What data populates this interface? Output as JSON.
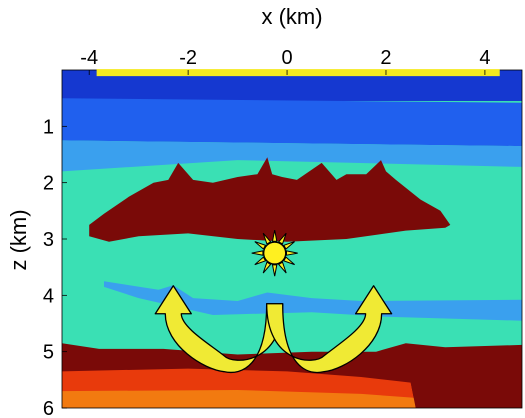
{
  "chart_data": {
    "type": "heatmap",
    "xlabel": "x (km)",
    "ylabel": "z (km)",
    "xlim": [
      -4.55,
      4.75
    ],
    "ylim": [
      6.0,
      0.0
    ],
    "x_ticks": [
      -4,
      -2,
      0,
      2,
      4
    ],
    "y_ticks": [
      1,
      2,
      3,
      4,
      5,
      6
    ],
    "x_tick_labels": [
      "-4",
      "-2",
      "0",
      "2",
      "4"
    ],
    "y_tick_labels": [
      "1",
      "2",
      "3",
      "4",
      "5",
      "6"
    ],
    "x_axis_position": "top",
    "grid": false,
    "colors": {
      "water_deep": "#1538d0",
      "water_mid": "#2060ee",
      "layer_blue": "#3aa0ee",
      "layer_teal": "#3ae0b4",
      "salt": "#7a0a08",
      "basement_red": "#e83a0c",
      "basement_orange": "#f27a10",
      "receiver_line": "#f4ea1e",
      "source": "#fff020",
      "arrow_fill": "#f0ea34"
    },
    "layers": [
      {
        "name": "water-top",
        "z_top": 0.0,
        "z_bottom": 0.55
      },
      {
        "name": "water-lower",
        "z_top": 0.55,
        "z_bottom": 1.3
      },
      {
        "name": "sediment-blue",
        "z_top": 1.3,
        "z_bottom": 1.7
      },
      {
        "name": "sediment-teal",
        "z_top": 1.7,
        "z_bottom": 4.9
      },
      {
        "name": "thin-blue-layer",
        "z_top": 3.75,
        "z_bottom": 4.1
      },
      {
        "name": "salt-base",
        "z_top": 4.85,
        "z_bottom": 5.35
      },
      {
        "name": "basement",
        "z_top": 5.35,
        "z_bottom": 6.0
      }
    ],
    "salt_body": {
      "x": [
        -4.0,
        -3.7,
        -3.2,
        -2.7,
        -2.4,
        -2.2,
        -1.9,
        -1.5,
        -1.0,
        -0.6,
        -0.4,
        -0.3,
        -0.1,
        0.2,
        0.7,
        0.9,
        1.0,
        1.2,
        1.6,
        1.9,
        2.0,
        2.2,
        2.7,
        3.1,
        3.3,
        3.2,
        2.4,
        1.2,
        0.0,
        -1.0,
        -2.0,
        -3.0,
        -3.6,
        -4.0
      ],
      "z": [
        2.75,
        2.55,
        2.25,
        2.0,
        1.95,
        1.65,
        1.95,
        2.0,
        1.9,
        1.85,
        1.55,
        1.85,
        1.9,
        1.95,
        1.65,
        1.85,
        1.95,
        1.85,
        1.85,
        1.6,
        1.8,
        1.95,
        2.3,
        2.5,
        2.75,
        2.8,
        2.85,
        3.0,
        3.05,
        3.0,
        2.9,
        2.95,
        3.05,
        2.95
      ]
    },
    "receiver_line": {
      "x_start": -3.85,
      "x_end": 4.3,
      "z": 0.02
    },
    "source": {
      "x": -0.25,
      "z": 3.25
    },
    "arrows": [
      {
        "direction": "left",
        "from_x": -0.25,
        "to_x": -2.3,
        "z_base": 4.15,
        "z_turn": 5.0
      },
      {
        "direction": "right",
        "from_x": -0.25,
        "to_x": 1.75,
        "z_base": 4.15,
        "z_turn": 5.0
      }
    ]
  }
}
